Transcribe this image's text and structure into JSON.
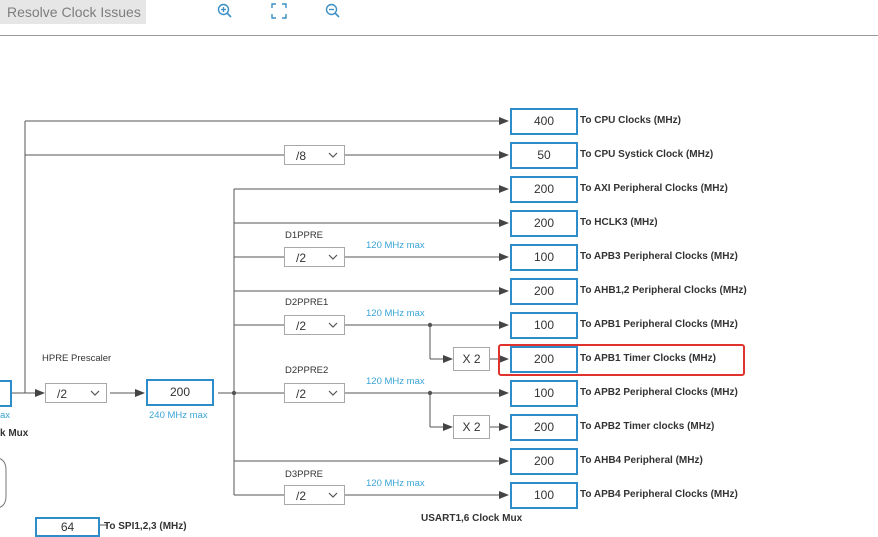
{
  "toolbar": {
    "resolve_label": "Resolve Clock Issues",
    "icons": [
      "zoom-in-icon",
      "fit-to-screen-icon",
      "zoom-out-icon"
    ]
  },
  "left": {
    "hpre_title": "HPRE Prescaler",
    "hpre_value": "/2",
    "ahb_value": "200",
    "ahb_max": "240 MHz max",
    "partial_max": "ax",
    "partial_mux": "k Mux",
    "bottom_box": "64",
    "bottom_label": "To SPI1,2,3 (MHz)"
  },
  "systick": {
    "value": "/8"
  },
  "dividers": [
    {
      "title": "D1PPRE",
      "value": "/2",
      "max": "120 MHz max"
    },
    {
      "title": "D2PPRE1",
      "value": "/2",
      "max": "120 MHz max"
    },
    {
      "title": "D2PPRE2",
      "value": "/2",
      "max": "120 MHz max"
    },
    {
      "title": "D3PPRE",
      "value": "/2",
      "max": "120 MHz max"
    }
  ],
  "multipliers": [
    "X 2",
    "X 2"
  ],
  "outputs": [
    {
      "value": "400",
      "label": "To CPU Clocks (MHz)"
    },
    {
      "value": "50",
      "label": "To CPU Systick Clock (MHz)"
    },
    {
      "value": "200",
      "label": "To AXI Peripheral Clocks (MHz)"
    },
    {
      "value": "200",
      "label": "To HCLK3 (MHz)"
    },
    {
      "value": "100",
      "label": "To APB3 Peripheral Clocks (MHz)"
    },
    {
      "value": "200",
      "label": "To AHB1,2 Peripheral Clocks (MHz)"
    },
    {
      "value": "100",
      "label": "To APB1 Peripheral Clocks (MHz)"
    },
    {
      "value": "200",
      "label": "To APB1 Timer Clocks (MHz)"
    },
    {
      "value": "100",
      "label": "To APB2 Peripheral Clocks (MHz)"
    },
    {
      "value": "200",
      "label": "To APB2 Timer clocks (MHz)"
    },
    {
      "value": "200",
      "label": "To AHB4 Peripheral (MHz)"
    },
    {
      "value": "100",
      "label": "To APB4 Peripheral Clocks (MHz)"
    }
  ],
  "usart_mux": "USART1,6 Clock Mux",
  "colors": {
    "box_border": "#2e8dc8",
    "max_text": "#3aa4d6",
    "highlight": "#e0332e"
  }
}
